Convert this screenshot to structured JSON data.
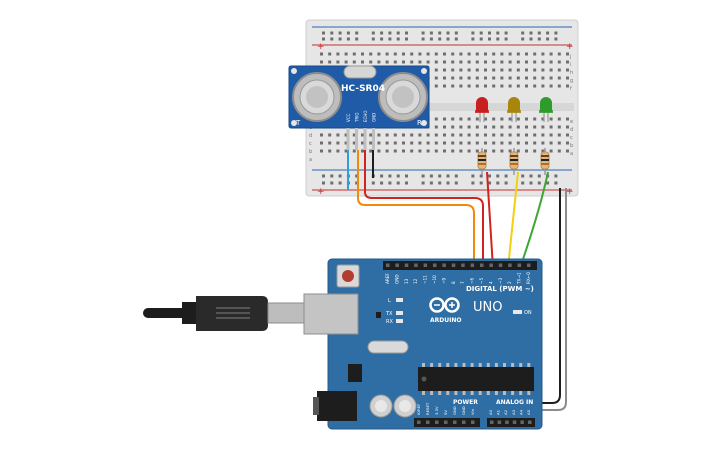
{
  "sensor": {
    "label": "HC-SR04",
    "pins": [
      "VCC",
      "TRIG",
      "ECHO",
      "GND"
    ],
    "side_t": "T",
    "side_r": "R"
  },
  "breadboard": {
    "row_labels_right": [
      "j",
      "i",
      "h",
      "g",
      "f",
      "e",
      "d",
      "c",
      "b",
      "a"
    ],
    "row_labels_left": [
      "a",
      "b",
      "c",
      "d",
      "e"
    ],
    "plus": "+",
    "minus": "−",
    "led_colors": [
      "#c8201f",
      "#a8860c",
      "#2e9c2a"
    ]
  },
  "arduino": {
    "logo_text": "ARDUINO",
    "model": "UNO",
    "digital_label": "DIGITAL (PWM ~)",
    "analog_label": "ANALOG IN",
    "power_label": "POWER",
    "on_label": "ON",
    "l_label": "L",
    "tx_label": "TX",
    "rx_label": "RX",
    "top_pins": [
      "AREF",
      "GND",
      "13",
      "12",
      "~11",
      "~10",
      "~9",
      "8",
      "7",
      "~6",
      "~5",
      "4",
      "~3",
      "2",
      "TX→1",
      "RX←0"
    ],
    "power_pins": [
      "IOREF",
      "RESET",
      "3.3V",
      "5V",
      "GND",
      "GND",
      "Vin"
    ],
    "analog_pins": [
      "A0",
      "A1",
      "A2",
      "A3",
      "A4",
      "A5"
    ],
    "board_color": "#2f6ea5"
  },
  "wires": {
    "colors": {
      "trig": "#f08a0a",
      "echo": "#d0241c",
      "vcc": "#2e9fd8",
      "gnd": "#1e1e1e",
      "led_red": "#d0241c",
      "led_yellow": "#f2d012",
      "led_green": "#3ea634",
      "power": "#1e1e1e",
      "power2": "#8c8c8c"
    }
  }
}
